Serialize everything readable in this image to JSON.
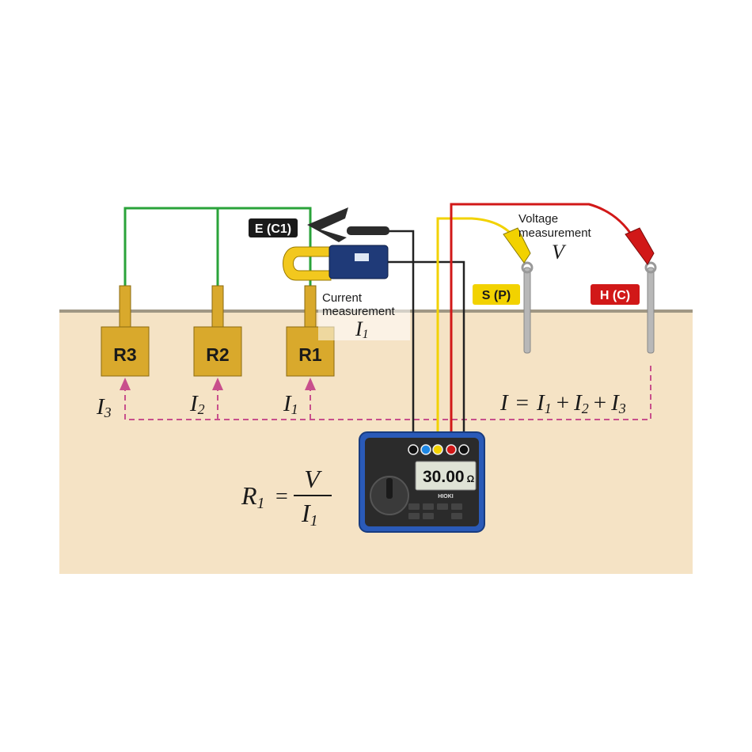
{
  "electrodes": [
    {
      "label": "R3"
    },
    {
      "label": "R2"
    },
    {
      "label": "R1"
    }
  ],
  "currents": {
    "i3": {
      "main": "I",
      "sub": "3"
    },
    "i2": {
      "main": "I",
      "sub": "2"
    },
    "i1": {
      "main": "I",
      "sub": "1"
    }
  },
  "total_current": {
    "lhs": "I",
    "eq": "=",
    "t1": "I",
    "s1": "1",
    "plus1": "+",
    "t2": "I",
    "s2": "2",
    "plus2": "+",
    "t3": "I",
    "s3": "3"
  },
  "terminals": {
    "e": "E (C1)",
    "s": "S (P)",
    "h": "H (C)"
  },
  "current_measurement": {
    "line1": "Current",
    "line2": "measurement",
    "sym": "I",
    "sub": "1"
  },
  "voltage_measurement": {
    "line1": "Voltage",
    "line2": "measurement",
    "sym": "V"
  },
  "formula": {
    "lhs": "R",
    "lhs_sub": "1",
    "eq": "=",
    "num": "V",
    "den": "I",
    "den_sub": "1"
  },
  "meter": {
    "display": "30.00",
    "unit": "Ω",
    "brand": "HIOKI"
  },
  "colors": {
    "soil": "#f5e3c5",
    "ground_line": "#a09784",
    "electrode": "#d9a92c",
    "electrode_stroke": "#8a6a10",
    "green_wire": "#2aa33a",
    "black_wire": "#222222",
    "yellow_wire": "#f2d200",
    "red_wire": "#d11818",
    "current_arrow": "#c84f8c",
    "meter_blue": "#2a5ab8"
  }
}
